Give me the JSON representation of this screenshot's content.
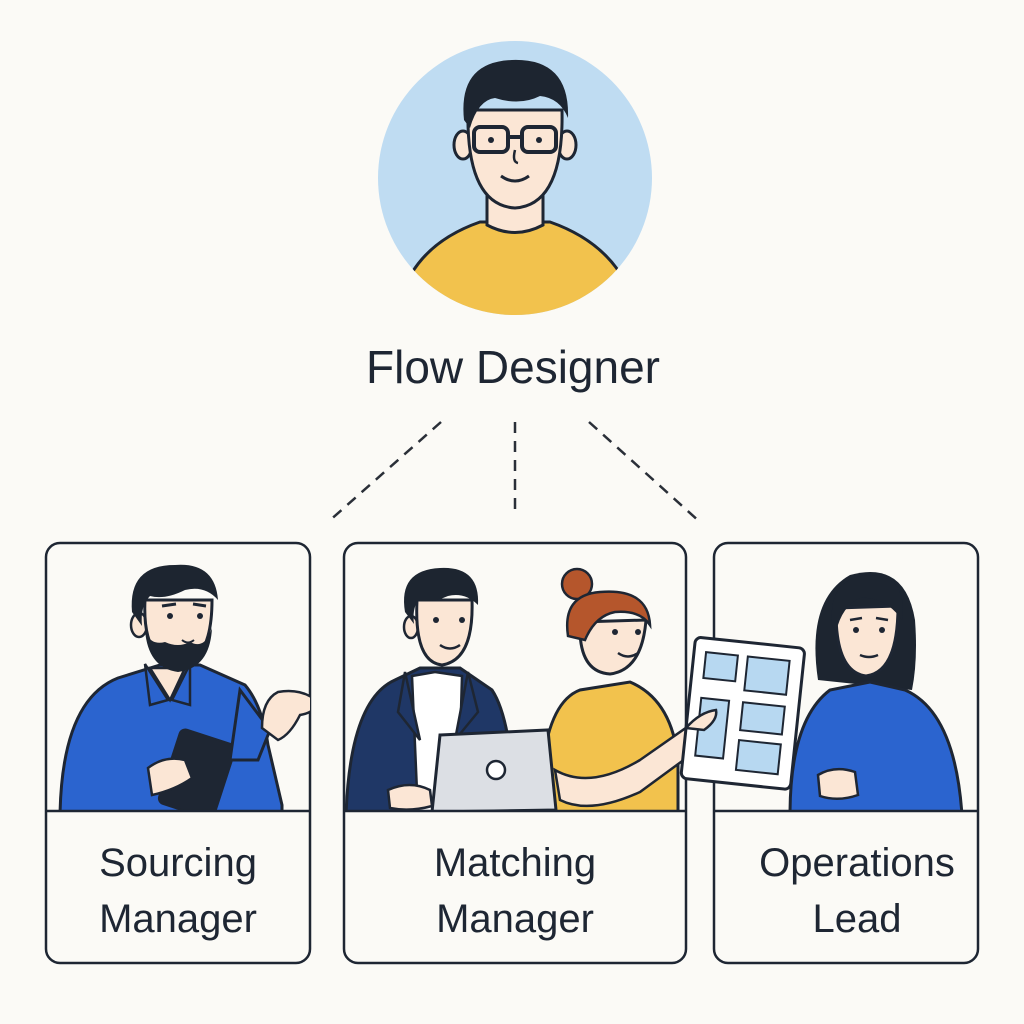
{
  "diagram": {
    "top_role": {
      "label": "Flow Designer",
      "avatar_icon": "person-with-glasses-icon"
    },
    "connectors": {
      "style": "dashed",
      "color": "#2a2f38"
    },
    "roles": [
      {
        "label_line1": "Sourcing",
        "label_line2": "Manager",
        "illustration": "bearded-man-with-tablet-icon"
      },
      {
        "label_line1": "Matching",
        "label_line2": "Manager",
        "illustration": "two-people-with-laptop-and-board-icon"
      },
      {
        "label_line1": "Operations",
        "label_line2": "Lead",
        "illustration": "woman-with-kanban-board-icon"
      }
    ],
    "colors": {
      "background": "#fbfaf6",
      "avatar_circle": "#bfdcf2",
      "shirt_yellow": "#f2c24d",
      "shirt_blue": "#2b64cf",
      "jacket_navy": "#1f3766",
      "hair_dark": "#1d2530",
      "hair_auburn": "#b5562c",
      "skin": "#fbe6d5",
      "outline": "#1e2633",
      "board_tiles": "#b7d8f1"
    }
  }
}
